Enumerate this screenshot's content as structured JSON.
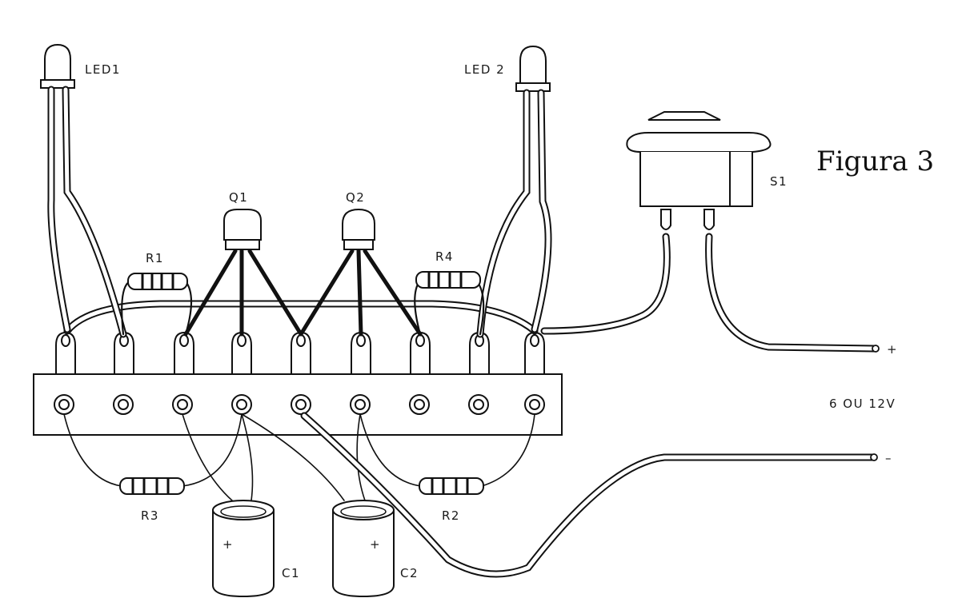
{
  "figure": {
    "title": "Figura 3"
  },
  "labels": {
    "led1": "LED1",
    "led2": "LED 2",
    "q1": "Q1",
    "q2": "Q2",
    "r1": "R1",
    "r2": "R2",
    "r3": "R3",
    "r4": "R4",
    "c1": "C1",
    "c2": "C2",
    "s1": "S1",
    "c1_plus": "+",
    "c2_plus": "+"
  },
  "power": {
    "voltage": "6 OU 12V",
    "positive": "+",
    "negative": "–"
  }
}
